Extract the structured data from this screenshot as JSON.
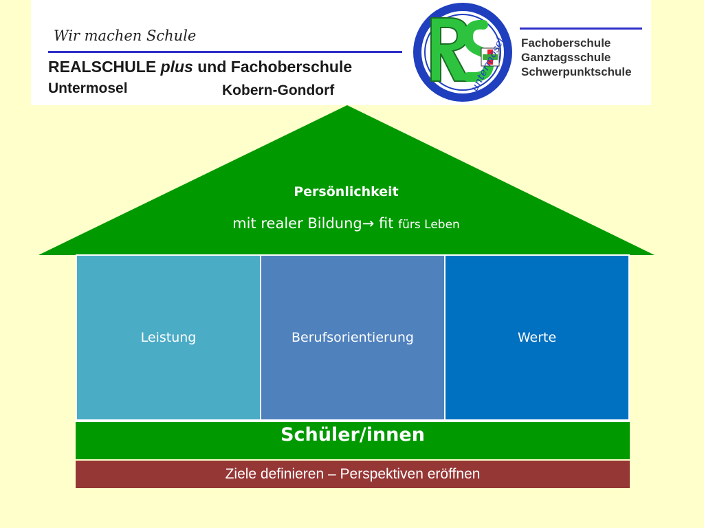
{
  "header": {
    "motto": "Wir machen Schule",
    "school_name_prefix": "REALSCHULE",
    "school_name_plus": "plus",
    "school_name_suffix": "und Fachoberschule",
    "school_place": "Untermosel",
    "school_town": "Kobern-Gondorf",
    "school_types": [
      "Fachoberschule",
      "Ganztagsschule",
      "Schwerpunktschule"
    ],
    "logo": {
      "letters": "RS",
      "text": "untermosel",
      "icon": "school-logo-icon",
      "colors": {
        "ring": "#1f3fbf",
        "letters": "#2ec33f",
        "cross_red": "#e8212b",
        "cross_green": "#3aa83a"
      }
    }
  },
  "roof": {
    "title": "Persönlichkeit",
    "subtitle_main": "mit realer Bildung→ fit",
    "subtitle_small": "fürs Leben",
    "color": "#009900"
  },
  "pillars": [
    {
      "label": "Leistung",
      "color": "#4bacc6"
    },
    {
      "label": "Berufsorientierung",
      "color": "#4f81bd"
    },
    {
      "label": "Werte",
      "color": "#0070c0"
    }
  ],
  "foundation": {
    "label": "Schüler/innen",
    "color": "#009900"
  },
  "base": {
    "label": "Ziele definieren – Perspektiven eröffnen",
    "color": "#953735"
  },
  "background_color": "#ffffcc"
}
